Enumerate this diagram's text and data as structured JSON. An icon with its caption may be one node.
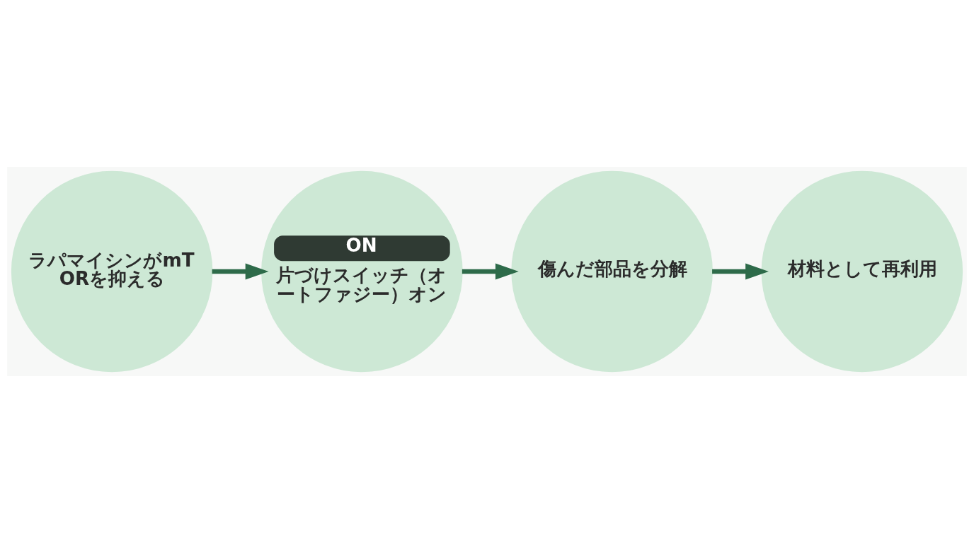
{
  "diagram": {
    "nodes": [
      {
        "text": [
          "ラパマイシンがmTORを抑える"
        ]
      },
      {
        "text": [
          "ON",
          "片づけスイッチ（オートファジー）オン"
        ]
      },
      {
        "text": [
          "傷んだ部品を分解"
        ]
      },
      {
        "text": [
          "材料として再利用"
        ]
      }
    ],
    "edges": [
      {
        "from": 0,
        "to": 1,
        "arrow": "to"
      },
      {
        "from": 1,
        "to": 2,
        "arrow": "to"
      },
      {
        "from": 2,
        "to": 3,
        "arrow": "to"
      }
    ]
  }
}
